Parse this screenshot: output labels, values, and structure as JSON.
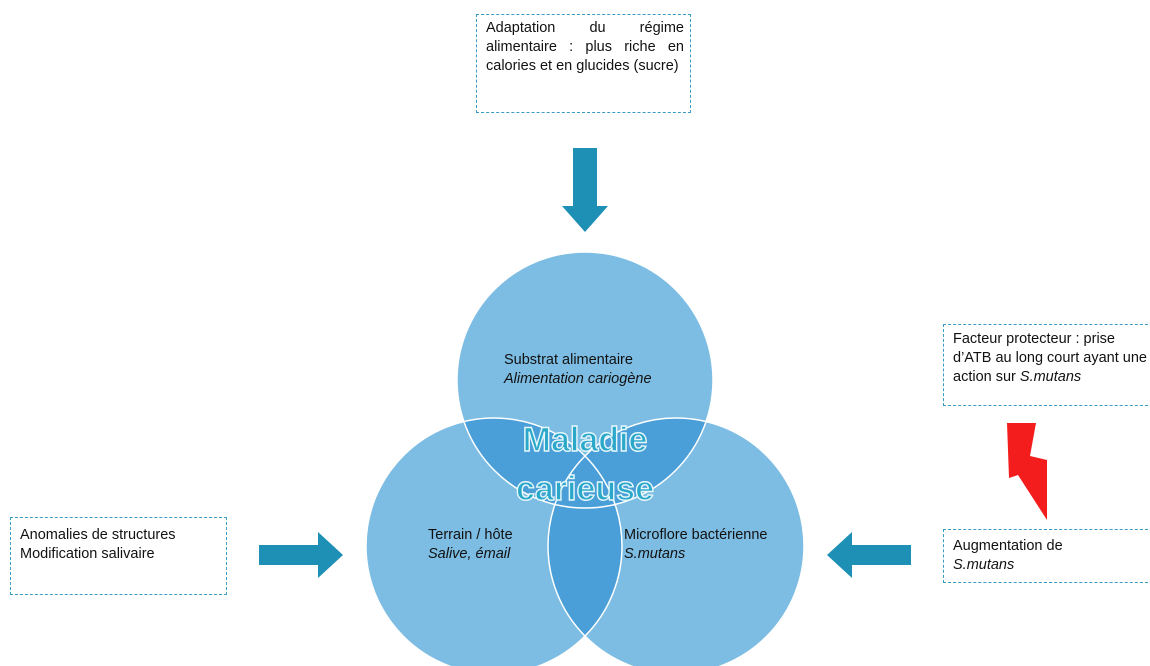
{
  "center_title": {
    "line1": "Maladie",
    "line2": "carieuse"
  },
  "circles": {
    "substrat": {
      "label": "Substrat alimentaire",
      "sublabel": "Alimentation cariogène"
    },
    "terrain": {
      "label": "Terrain / hôte",
      "sublabel": "Salive, émail"
    },
    "microflore": {
      "label": "Microflore bactérienne",
      "sublabel": "S.mutans"
    }
  },
  "notes": {
    "top": "Adaptation du régime alimentaire : plus riche en calories et en glucides (sucre)",
    "left": {
      "line1": "Anomalies de structures",
      "line2": "Modification salivaire"
    },
    "right_top": {
      "line1": "Facteur protecteur : prise d’ATB au long court ayant une action sur ",
      "line1_italic": "S.mutans"
    },
    "right_bottom": {
      "line1": "Augmentation de",
      "line2": "S.mutans"
    }
  },
  "colors": {
    "circle_fill": "#7dbde3",
    "circle_overlap": "#4a9fd8",
    "circle_border": "#ffffff",
    "arrow": "#1e8fb5",
    "lightning": "#f41d1d",
    "dashed_border": "#3a9bc6"
  }
}
